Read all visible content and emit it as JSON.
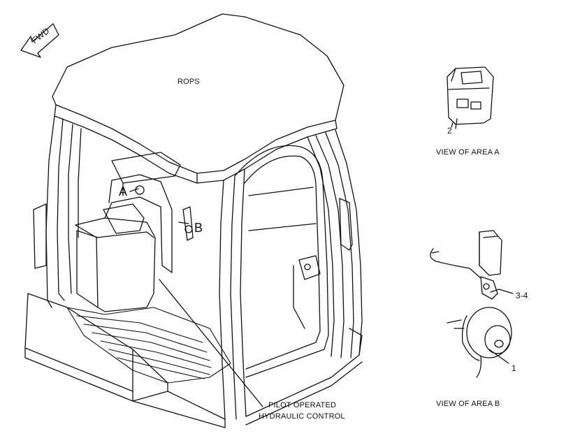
{
  "labels": {
    "fwd": "FWD",
    "rops": "ROPS",
    "area_a": "A",
    "area_b": "B",
    "pilot_line1": "PILOT OPERATED",
    "pilot_line2": "HYDRAULIC CONTROL",
    "view_a": "VIEW OF AREA A",
    "view_b": "VIEW OF AREA B",
    "callout_2": "2",
    "callout_34": "3-4",
    "callout_1": "1"
  },
  "colors": {
    "line": "#111111",
    "background": "#ffffff"
  }
}
